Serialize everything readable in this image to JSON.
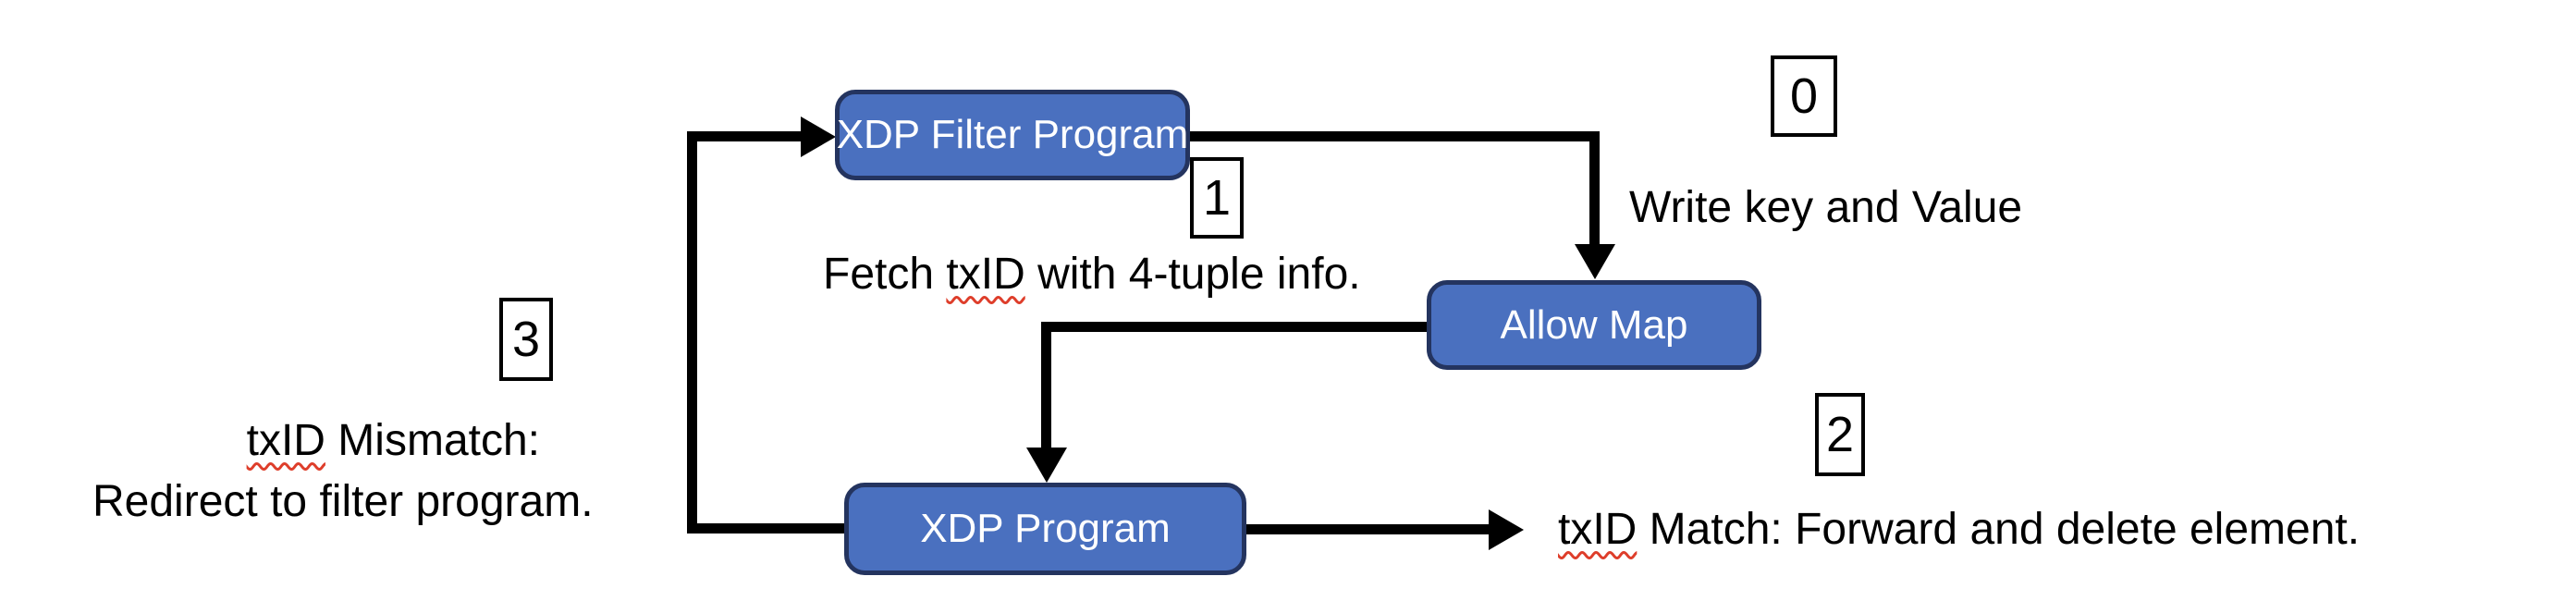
{
  "diagram": {
    "title_semantic": "XDP allow-map packet flow diagram",
    "colors": {
      "canvas_bg": "#ffffff",
      "node_fill": "#4a70bf",
      "node_border": "#24345f",
      "node_text": "#ffffff",
      "line_color": "#000000",
      "text_color": "#000000",
      "badge_border": "#000000",
      "badge_bg": "#ffffff",
      "squiggle": "#de3e2b"
    },
    "nodes": [
      {
        "id": "xdp-filter-program",
        "label": "XDP Filter Program"
      },
      {
        "id": "allow-map",
        "label": "Allow Map"
      },
      {
        "id": "xdp-program",
        "label": "XDP Program"
      }
    ],
    "step_badges": [
      {
        "number": "0"
      },
      {
        "number": "1"
      },
      {
        "number": "2"
      },
      {
        "number": "3"
      }
    ],
    "annotations": {
      "write_key": "Write key and Value",
      "fetch": {
        "pre": "Fetch ",
        "mark": "txID",
        "post": " with 4-tuple info."
      },
      "match": {
        "mark": "txID",
        "post": " Match: Forward and delete element."
      },
      "mismatch_line1": {
        "mark": "txID",
        "post": " Mismatch:"
      },
      "mismatch_line2": "Redirect to filter program."
    },
    "edges": [
      {
        "id": "filter-to-allow-map",
        "from": "xdp-filter-program",
        "to": "allow-map",
        "step": "0"
      },
      {
        "id": "allow-map-to-xdp-program",
        "from": "allow-map",
        "to": "xdp-program",
        "step": "1"
      },
      {
        "id": "xdp-program-forward",
        "from": "xdp-program",
        "to": "txid-match-label",
        "step": "2"
      },
      {
        "id": "xdp-program-redirect-loop",
        "from": "xdp-program",
        "to": "xdp-filter-program",
        "step": "3"
      }
    ]
  }
}
